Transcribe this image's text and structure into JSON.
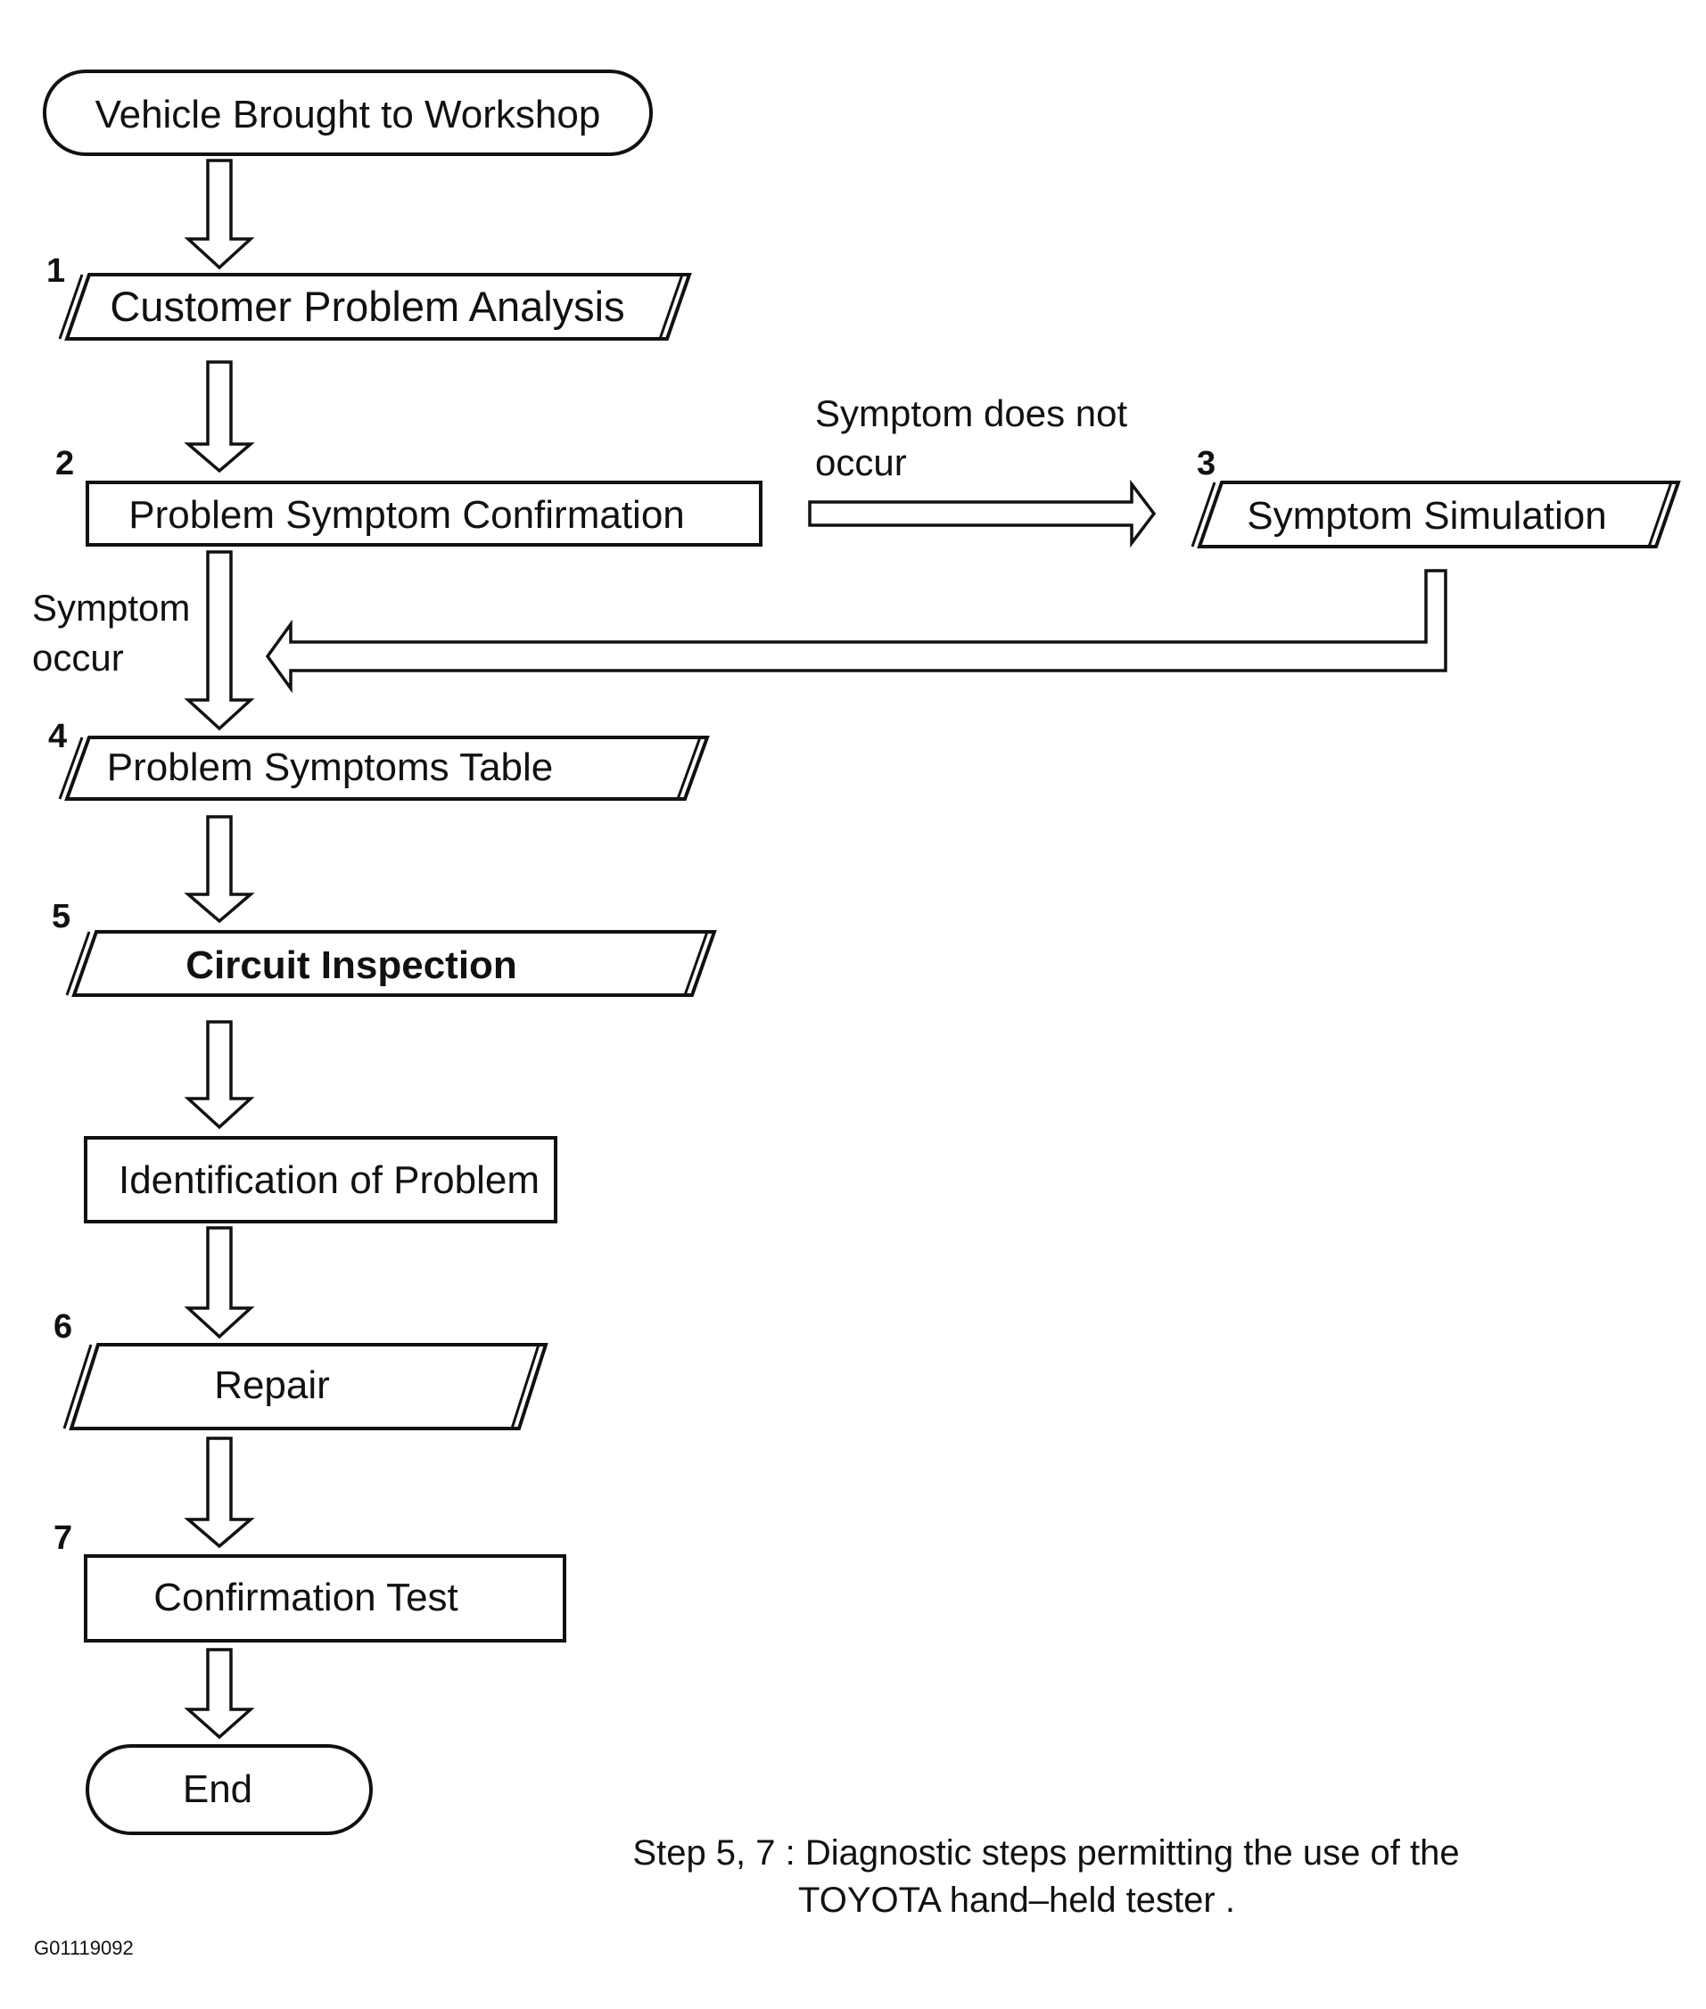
{
  "start": "Vehicle Brought to Workshop",
  "steps": [
    {
      "number": "1",
      "label": "Customer Problem Analysis"
    },
    {
      "number": "2",
      "label": "Problem Symptom Confirmation"
    },
    {
      "number": "3",
      "label": "Symptom Simulation"
    },
    {
      "number": "4",
      "label": "Problem Symptoms Table"
    },
    {
      "number": "5",
      "label": "Circuit Inspection"
    },
    {
      "number": "",
      "label": "Identification of Problem"
    },
    {
      "number": "6",
      "label": "Repair"
    },
    {
      "number": "7",
      "label": "Confirmation Test"
    }
  ],
  "end": "End",
  "branch_labels": {
    "not_occur_line1": "Symptom does not",
    "not_occur_line2": "occur",
    "occur_line1": "Symptom",
    "occur_line2": "occur"
  },
  "note": {
    "line1": "Step 5, 7 : Diagnostic steps permitting the use of the",
    "line2": "TOYOTA hand–held tester ."
  },
  "figure_code": "G01119092"
}
